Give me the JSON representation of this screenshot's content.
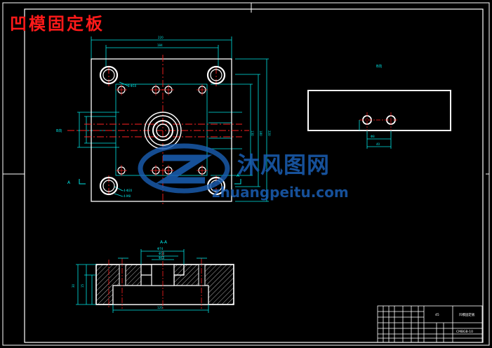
{
  "drawing": {
    "title": "凹模固定板",
    "section_label": "A-A",
    "view_label_b": "B向",
    "cut_marker": "A",
    "watermark_cn": "沐风图网",
    "watermark_en": "zhuangpeitu.com",
    "title_block": {
      "part_name": "凹模固定板",
      "drawing_no": "CMBGB-10",
      "material": "45"
    }
  },
  "colors": {
    "background": "#000000",
    "outline": "#ffffff",
    "center_line": "#ff2020",
    "dimension": "#00e5e5",
    "title_text": "#ff1a1a",
    "watermark": "#1a5fb4"
  }
}
